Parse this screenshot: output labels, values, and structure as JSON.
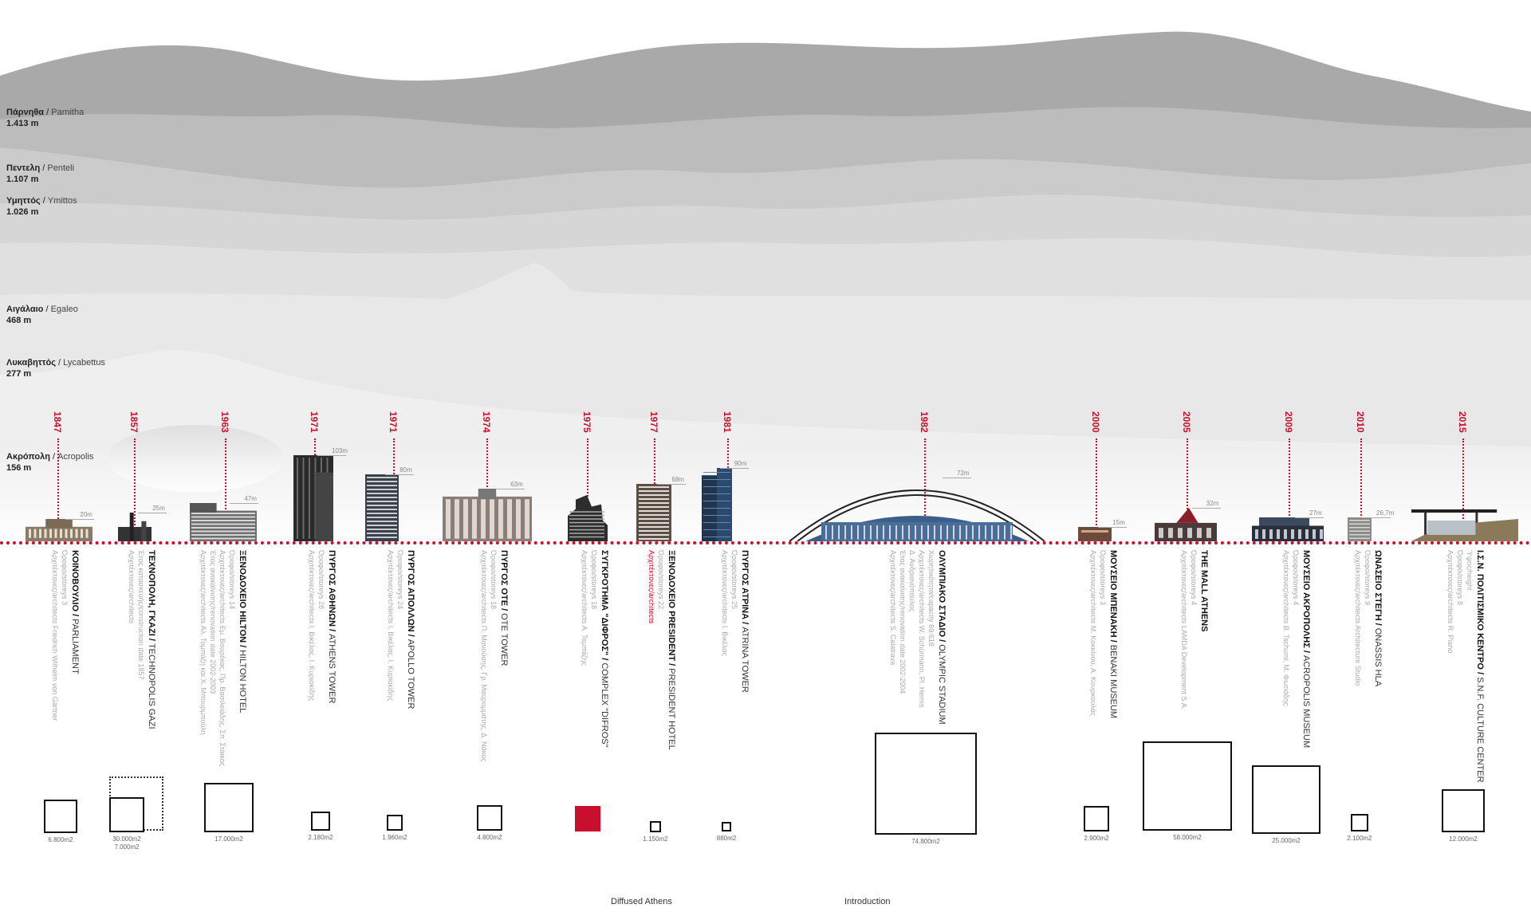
{
  "mountains": [
    {
      "gr": "Πάρνηθα",
      "en": "Parnitha",
      "h": "1.413 m"
    },
    {
      "gr": "Πεντελη",
      "en": "Penteli",
      "h": "1.107 m"
    },
    {
      "gr": "Υμηττός",
      "en": "Ymittos",
      "h": "1.026 m"
    },
    {
      "gr": "Αιγάλαιο",
      "en": "Egaleo",
      "h": "468 m"
    },
    {
      "gr": "Λυκαβηττός",
      "en": "Lycabettus",
      "h": "277 m"
    },
    {
      "gr": "Ακρόπολη",
      "en": "Acropolis",
      "h": "156 m"
    }
  ],
  "buildings": [
    {
      "year": "1847",
      "height": "20m",
      "name_gr": "ΚΟΙΝΟΒΟΥΛΙΟ",
      "name_en": "PARLIAMENT",
      "lines": [
        "Όροφοι/storeys 3",
        "Αρχιτέκτονες/architects Friedrich Wilhelm von Gärtner"
      ],
      "area": "6.800m2",
      "area2": ""
    },
    {
      "year": "1857",
      "height": "25m",
      "name_gr": "ΤΕΧΝΟΠΟΛΗ, ΓΚΑΖΙ",
      "name_en": "TECHNOPOLIS GAZI",
      "lines": [
        "Έτος κατασκευής/construction date 1857",
        "Αρχιτέκτονες/architects"
      ],
      "area": "30.000m2",
      "area2": "7.000m2"
    },
    {
      "year": "1963",
      "height": "47m",
      "name_gr": "ΞΕΝΟΔΟΧΕΙΟ HILTON",
      "name_en": "HILTON HOTEL",
      "lines": [
        "Όροφοι/storeys 14",
        "Αρχιτέκτονες/architects Εμ. Βουρέκας, Πρ. Βασιλειάδης, Σπ. Στάικος",
        "Έτος ανακαίνισης/renovation date 2002-2003",
        "Αρχιτέκτονες/architects Αλ. Τομπάζη και Χ. Μπουρμπούλη"
      ],
      "area": "17.000m2",
      "area2": ""
    },
    {
      "year": "1971",
      "height": "103m",
      "name_gr": "ΠΥΡΓΟΣ ΑΘΗΝΩΝ",
      "name_en": "ATHENS TOWER",
      "lines": [
        "Όροφοι/storeys 28",
        "Αρχιτέκτονες/architects Ι. Βικέλας, Ι. Κυριακίδης"
      ],
      "area": "2.180m2",
      "area2": ""
    },
    {
      "year": "1971",
      "height": "80m",
      "name_gr": "ΠΥΡΓΟΣ ΑΠΟΛΛΩΝ",
      "name_en": "APOLLO TOWER",
      "lines": [
        "Όροφοι/storeys 24",
        "Αρχιτέκτονες/architects Ι. Βικέλας, Ι. Κυριακίδης"
      ],
      "area": "1.960m2",
      "area2": ""
    },
    {
      "year": "1974",
      "height": "63m",
      "name_gr": "ΠΥΡΓΟΣ ΟΤΕ",
      "name_en": "OTE TOWER",
      "lines": [
        "Όροφοι/storeys 18",
        "Αρχιτέκτονες/architects Π. Μανούσης, Γρ. Μαυρομμάτης, Δ. Νάκος"
      ],
      "area": "4.800m2",
      "area2": ""
    },
    {
      "year": "1975",
      "height": "",
      "name_gr": "ΣΥΓΚΡΟΤΗΜΑ \"ΔΙΦΡΟΣ\"",
      "name_en": "COMPLEX \"DIFROS\"",
      "lines": [
        "Όροφοι/storeys 18",
        "Αρχιτέκτονες/architects Α. Τομπάζης"
      ],
      "area": "",
      "area2": ""
    },
    {
      "year": "1977",
      "height": "68m",
      "name_gr": "ΞΕΝΟΔΟΧΕΙΟ PRESIDENT",
      "name_en": "PRESIDENT HOTEL",
      "lines": [
        "Όροφοι/storeys 22",
        "Αρχιτέκτονες/architects"
      ],
      "area": "1.150m2",
      "area2": ""
    },
    {
      "year": "1981",
      "height": "90m",
      "name_gr": "ΠΥΡΓΟΣ ΑΤΡΙΝΑ",
      "name_en": "ATRINA TOWER",
      "lines": [
        "Όροφοι/storeys 25",
        "Αρχιτέκτονες/architects Ι. Βικέλας"
      ],
      "area": "880m2",
      "area2": ""
    },
    {
      "year": "1982",
      "height": "72m",
      "name_gr": "ΟΛΥΜΠΙΑΚΟ ΣΤΑΔΙΟ",
      "name_en": "OLYMPIC STADIUM",
      "lines": [
        "Χωρητικότητα/capacity 69.618",
        "Αρχιτέκτονες/architects W. Schürmann, Pl. Hemis",
        "Δ. Ανδριανόπουλος",
        "Έτος ανακαίνισης/renovation date 2002-2004",
        "Αρχιτέκτονες/architects S. Calatrava"
      ],
      "area": "74.800m2",
      "area2": ""
    },
    {
      "year": "2000",
      "height": "15m",
      "name_gr": "ΜΟΥΣΕΙΟ ΜΠΕΝΑΚΗ",
      "name_en": "BENAKI MUSEUM",
      "lines": [
        "Όροφοι/storeys 3",
        "Αρχιτέκτονες/architects Μ. Κοκκίνου, Α. Κουρκουλάς"
      ],
      "area": "2.900m2",
      "area2": ""
    },
    {
      "year": "2005",
      "height": "32m",
      "name_gr": "THE MALL ATHENS",
      "name_en": "",
      "lines": [
        "Όροφοι/storeys 4",
        "Αρχιτέκτονες/architects LAMDA Development S.A."
      ],
      "area": "58.000m2",
      "area2": ""
    },
    {
      "year": "2009",
      "height": "27m",
      "name_gr": "ΜΟΥΣΕΙΟ ΑΚΡΟΠΟΛΗΣ",
      "name_en": "ACROPOLIS MUSEUM",
      "lines": [
        "Όροφοι/storeys 4",
        "Αρχιτέκτονες/architects B. Tschumi, M. Φωτιάδης"
      ],
      "area": "25.000m2",
      "area2": ""
    },
    {
      "year": "2010",
      "height": "26,7m",
      "name_gr": "ΩΝΑΣΕΙΟ ΣΤΕΓΗ",
      "name_en": "ONASSIS HLA",
      "lines": [
        "Όροφοι/storeys 9",
        "Αρχιτέκτονες/architects Architecture Studio"
      ],
      "area": "2.100m2",
      "area2": ""
    },
    {
      "year": "2015",
      "height": "",
      "name_gr": "Ι.Σ.Ν. ΠΟΛΙΤΙΣΜΙΚΟ ΚΕΝΤΡΟ",
      "name_en": "S.N.F. CULTURE CENTER",
      "lines": [
        "Ύψος/height",
        "Όροφοι/storeys 8",
        "Αρχιτέκτονες/architects R. Piano"
      ],
      "area": "12.000m2",
      "area2": ""
    }
  ],
  "footer": {
    "left": "Diffused Athens",
    "right": "Introduction"
  },
  "colors": {
    "accent": "#c8102e",
    "ink": "#111111",
    "ridge_far": "#9e9e9e",
    "ridge_near": "#eeeeee"
  }
}
